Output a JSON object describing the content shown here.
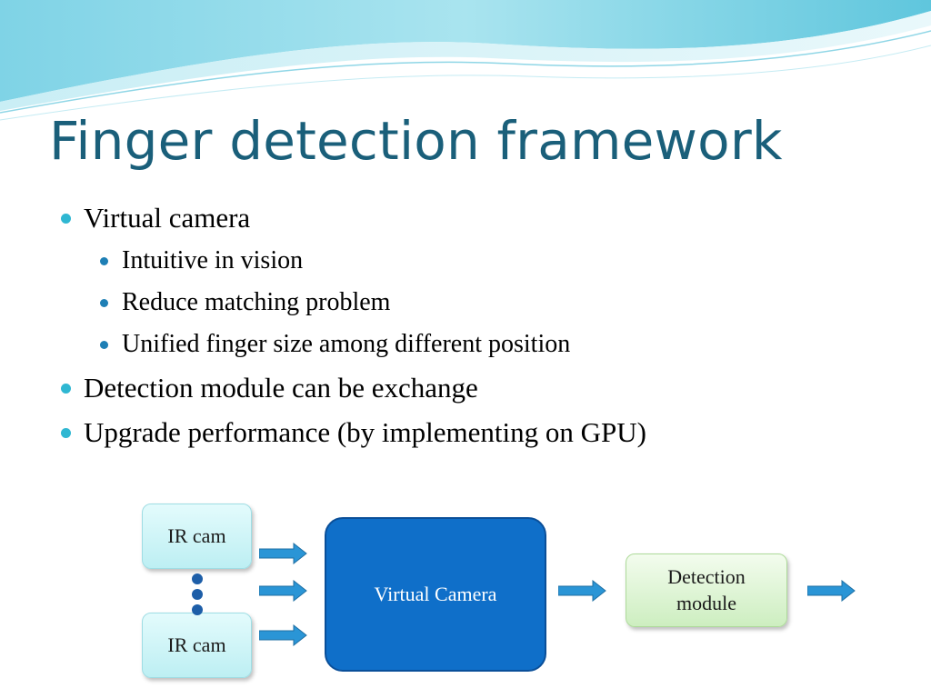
{
  "slide": {
    "title": "Finger detection framework",
    "bullets": [
      {
        "text": "Virtual camera",
        "sub": [
          "Intuitive in vision",
          "Reduce matching problem",
          "Unified finger size among different position"
        ]
      },
      {
        "text": "Detection module can be exchange"
      },
      {
        "text": "Upgrade performance (by implementing on GPU)"
      }
    ]
  },
  "diagram": {
    "ir_cam_top": "IR cam",
    "ir_cam_bottom": "IR cam",
    "virtual_camera": "Virtual Camera",
    "detection_module": [
      "Detection",
      "module"
    ]
  },
  "colors": {
    "title": "#1a5f7a",
    "bullet_level1": "#2fb7d2",
    "bullet_level2": "#1e7fb5",
    "virtual_camera_fill": "#0f6fc9",
    "arrow_fill": "#2a95d6"
  }
}
